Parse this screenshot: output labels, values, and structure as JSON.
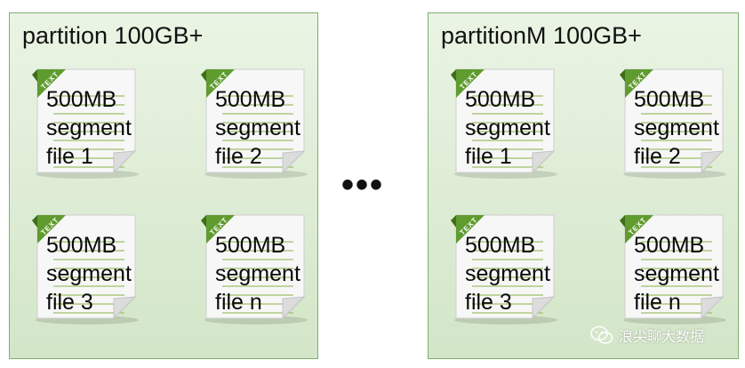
{
  "partitions": [
    {
      "title": "partition 100GB+",
      "segments": [
        {
          "size": "500MB",
          "line1": "segment",
          "line2": "file 1",
          "tag": "TEXT"
        },
        {
          "size": "500MB",
          "line1": "segment",
          "line2": "file 2",
          "tag": "TEXT"
        },
        {
          "size": "500MB",
          "line1": "segment",
          "line2": "file 3",
          "tag": "TEXT"
        },
        {
          "size": "500MB",
          "line1": "segment",
          "line2": "file n",
          "tag": "TEXT"
        }
      ]
    },
    {
      "title": "partitionM 100GB+",
      "segments": [
        {
          "size": "500MB",
          "line1": "segment",
          "line2": "file 1",
          "tag": "TEXT"
        },
        {
          "size": "500MB",
          "line1": "segment",
          "line2": "file 2",
          "tag": "TEXT"
        },
        {
          "size": "500MB",
          "line1": "segment",
          "line2": "file 3",
          "tag": "TEXT"
        },
        {
          "size": "500MB",
          "line1": "segment",
          "line2": "file n",
          "tag": "TEXT"
        }
      ]
    }
  ],
  "ellipsis": "•••",
  "watermark": {
    "text": "浪尖聊大数据",
    "icon": "wechat-icon"
  },
  "colors": {
    "partition_border": "#7fae6e",
    "partition_fill": "#dcebd3",
    "tag_green": "#5f9b2e",
    "doc_lines": "#9fbf6a"
  }
}
